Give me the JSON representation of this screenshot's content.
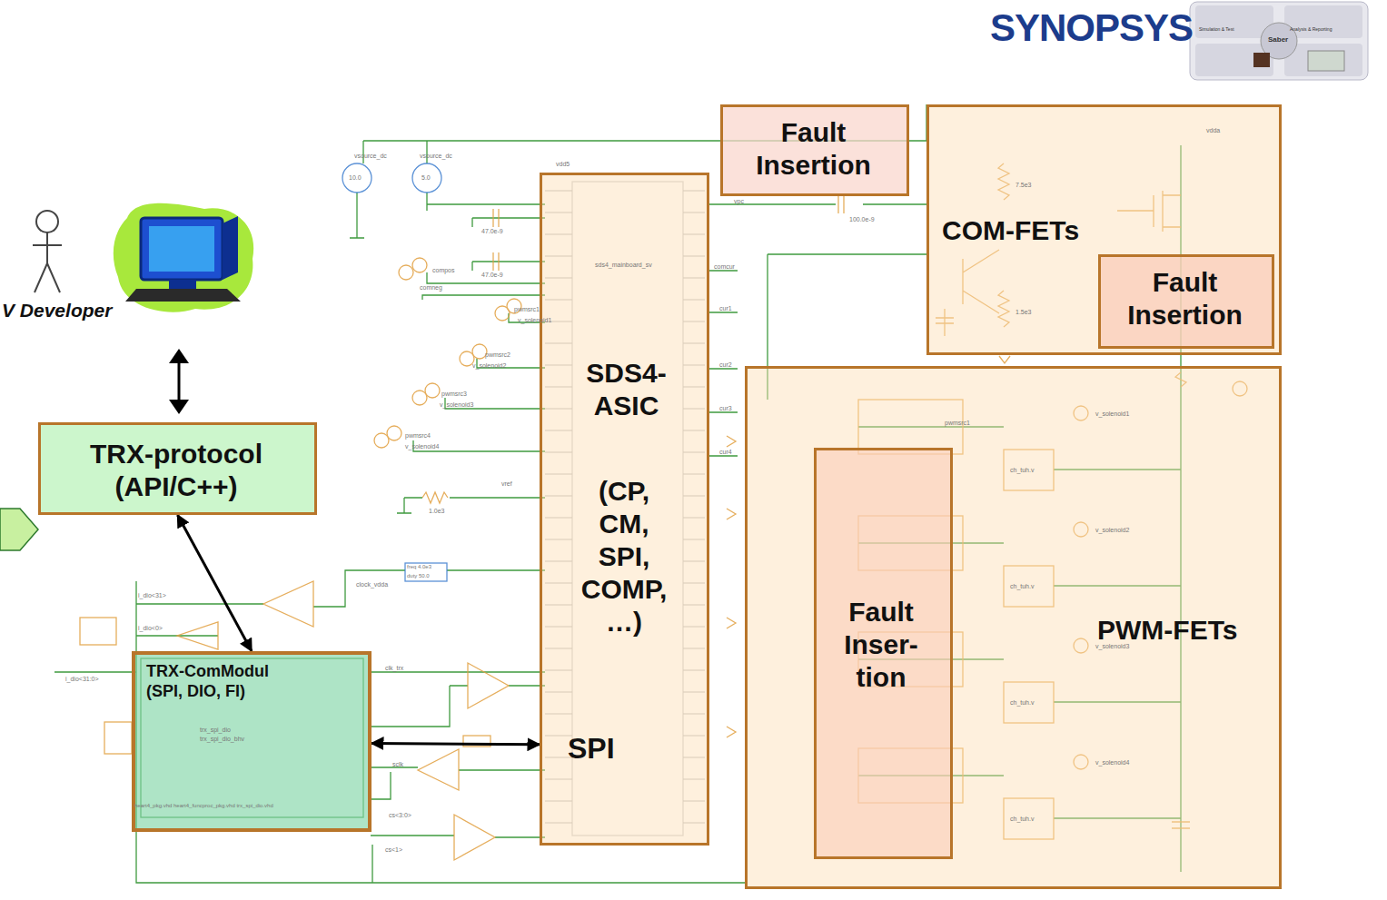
{
  "diagram": {
    "nodes": [
      {
        "text": [
          "Fault Insertion"
        ]
      },
      {
        "text": [
          "COM-FETs"
        ]
      },
      {
        "text": [
          "Fault Insertion"
        ],
        "in": 1
      },
      {
        "text": [
          "TRX-protocol (API/C++)"
        ]
      },
      {
        "text": [
          "SDS4-ASIC",
          "(CP, CM, SPI, COMP, …)",
          "SPI"
        ]
      },
      {
        "text": [
          "PWM-FETs"
        ]
      },
      {
        "text": [
          "Fault Inser-tion"
        ],
        "in": 5
      },
      {
        "text": [
          "TRX-ComModul (SPI, DIO, FI)"
        ]
      }
    ],
    "edges": [
      {
        "from": 3,
        "to": 7,
        "arrow": "both"
      },
      {
        "from": 7,
        "to": 4,
        "arrow": "both"
      }
    ],
    "labels": [
      "V Developer",
      "SYNOPSYS",
      "Saber",
      "Simulation & Test",
      "Analysis & Reporting",
      "vsource_dc",
      "vsource_dc",
      "10.0",
      "5.0",
      "vdd5",
      "47.0e-9",
      "47.0e-9",
      "100.0e-9",
      "vpc",
      "compos",
      "comneg",
      "pwmsrc1",
      "v_solenoid1",
      "pwmsrc2",
      "v_solenoid2",
      "pwmsrc3",
      "v_solenoid3",
      "pwmsrc4",
      "v_solenoid4",
      "1.0e3",
      "vref",
      "freq 4.0e3",
      "duty 50.0",
      "clock_vdda",
      "i_dio<31>",
      "i_dio<0>",
      "i_dio<31:0>",
      "clk_trx",
      "sds4_mainboard_sv",
      "comcur",
      "cur1",
      "cur2",
      "cur3",
      "cur4",
      "trx_spi_dio",
      "trx_spi_dio_bhv",
      "cs<3:0>",
      "cs<1>",
      "v_solenoid1",
      "v_solenoid2",
      "v_solenoid3",
      "v_solenoid4",
      "ch_tuh.v",
      "ch_tuh.v",
      "ch_tuh.v",
      "ch_tuh.v",
      "pwmsrc1",
      "sclk",
      "heart4_pkg.vhd heart4_funcproc_pkg.vhd trx_spi_dio.vhd",
      "vdda",
      "7.5e3",
      "1.5e3"
    ]
  }
}
